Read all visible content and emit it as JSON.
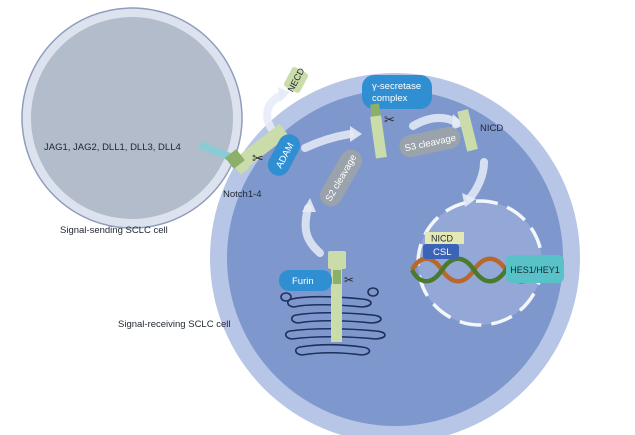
{
  "labels": {
    "ligands": "JAG1, JAG2, DLL1, DLL3, DLL4",
    "receptor": "Notch1-4",
    "sending_cell": "Signal-sending SCLC cell",
    "receiving_cell": "Signal-receiving SCLC cell",
    "adam": "ADAM",
    "neco": "NECD",
    "gamma_line1": "γ-secretase",
    "gamma_line2": "complex",
    "s2": "S2 cleavage",
    "s3": "S3 cleavage",
    "nicd_free": "NICD",
    "nicd_bound": "NICD",
    "csl": "CSL",
    "target_genes": "HES1/HEY1",
    "furin": "Furin"
  },
  "icons": [
    "scissors-icon",
    "curved-arrow-icon",
    "dna-helix-icon",
    "golgi-icon"
  ],
  "colors": {
    "sending_cell_fill": "#b3bccb",
    "sending_cell_border": "#8f9dbd",
    "receiving_outer": "#b7c5e6",
    "receiving_inner": "#7e97cd",
    "nucleus_fill": "#93a8d6",
    "receptor_green": "#c9dcaa",
    "dark_green": "#8ab069",
    "blue_pill": "#2f8fd2",
    "cleavage_pill": "#9aa2ab",
    "csl_blue": "#3b63b8",
    "hes_teal": "#58c2c8",
    "dna_green": "#4a7a2e",
    "dna_orange": "#b8682c",
    "golgi_stroke": "#1e2f5a",
    "ligand_teal": "#8ccbd6"
  }
}
